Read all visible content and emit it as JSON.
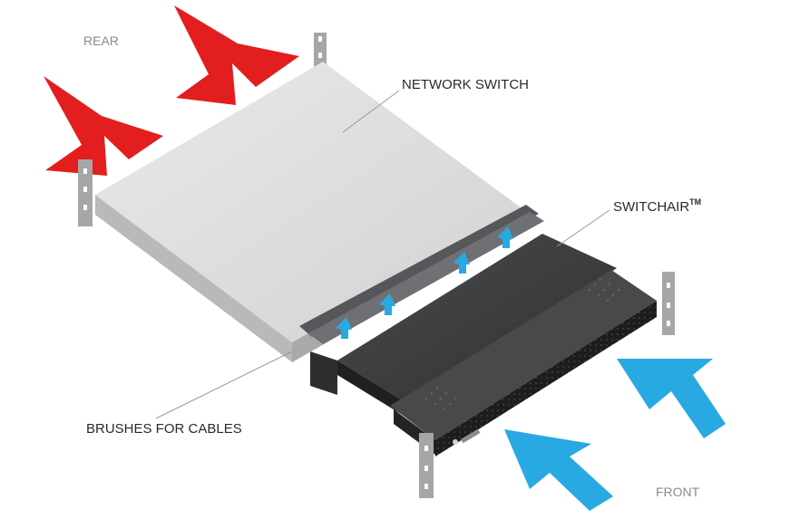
{
  "labels": {
    "rear": "REAR",
    "network_switch": "NETWORK SWITCH",
    "switchair": "SWITCHAIR",
    "trademark": "TM",
    "brushes": "BRUSHES FOR CABLES",
    "front": "FRONT"
  },
  "colors": {
    "exhaust_arrow": "#e31e1e",
    "intake_arrow": "#29a9e1",
    "switch_top": "#dedede",
    "switch_side": "#b9b9b9",
    "switchair_body": "#3c3d3f",
    "switchair_dark": "#262729",
    "rail": "#a6a6a6",
    "label_text": "#2a2a2a",
    "direction_text": "#8c8c8c",
    "leader_line": "#9a9a9a"
  }
}
